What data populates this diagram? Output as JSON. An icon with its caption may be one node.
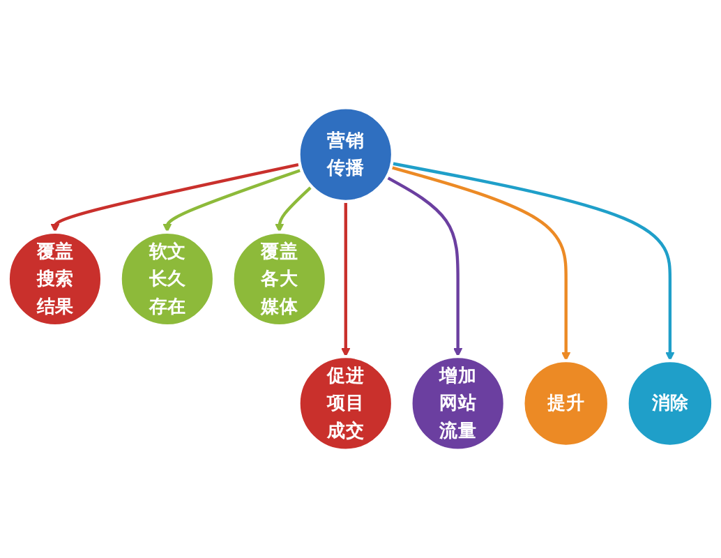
{
  "diagram": {
    "nodes": [
      {
        "text": [
          "覆盖搜索结果"
        ]
      },
      {
        "text": [
          "软文长久存在"
        ]
      },
      {
        "text": [
          "覆盖各大媒体"
        ]
      },
      {
        "text": [
          "营销传播"
        ]
      },
      {
        "text": [
          "促进项目成交"
        ]
      },
      {
        "text": [
          "增加网站流量"
        ]
      },
      {
        "text": [
          "提升"
        ]
      },
      {
        "text": [
          "消除"
        ]
      }
    ],
    "edges": [
      {
        "from": 3,
        "to": 0,
        "arrow": "to",
        "color": "#c9302c"
      },
      {
        "from": 3,
        "to": 1,
        "arrow": "to",
        "color": "#8dba3a"
      },
      {
        "from": 3,
        "to": 2,
        "arrow": "to",
        "color": "#8dba3a"
      },
      {
        "from": 3,
        "to": 4,
        "arrow": "to",
        "color": "#c9302c"
      },
      {
        "from": 3,
        "to": 5,
        "arrow": "to",
        "color": "#6b3fa0"
      },
      {
        "from": 3,
        "to": 6,
        "arrow": "to",
        "color": "#ec8a25"
      },
      {
        "from": 3,
        "to": 7,
        "arrow": "to",
        "color": "#1f9fc9"
      }
    ]
  }
}
